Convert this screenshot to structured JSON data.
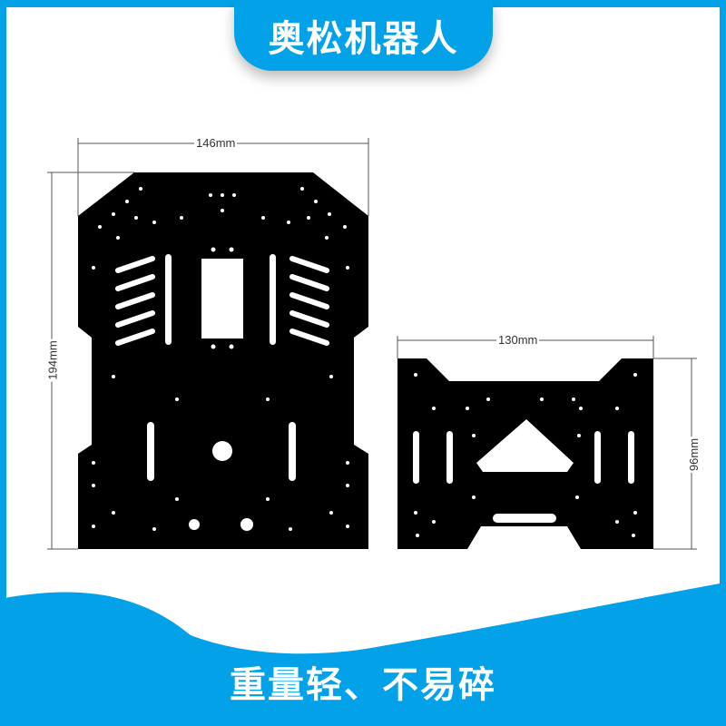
{
  "header": {
    "brand": "奥松机器人"
  },
  "dimensions": {
    "large_plate_width": "146mm",
    "large_plate_height": "194mm",
    "small_plate_width": "130mm",
    "small_plate_height": "96mm"
  },
  "footer": {
    "tagline": "重量轻、不易碎"
  },
  "colors": {
    "brand_blue": "#03a2e8",
    "plate": "#000000"
  }
}
